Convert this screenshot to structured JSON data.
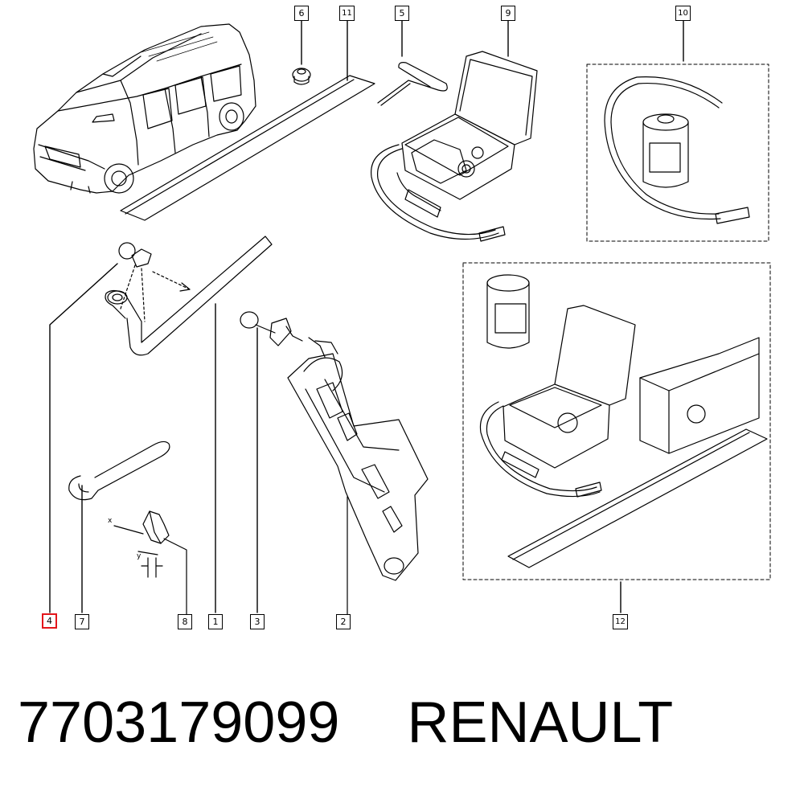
{
  "diagram": {
    "callouts": [
      "1",
      "2",
      "3",
      "4",
      "5",
      "6",
      "7",
      "8",
      "9",
      "10",
      "11",
      "12"
    ],
    "axis_x": "x",
    "axis_y": "y",
    "tire_canister_label": "...",
    "colors": {
      "line": "#000000",
      "highlight": "#e3161b",
      "background": "#ffffff"
    }
  },
  "footer": {
    "part_number": "7703179099",
    "brand": "RENAULT"
  }
}
